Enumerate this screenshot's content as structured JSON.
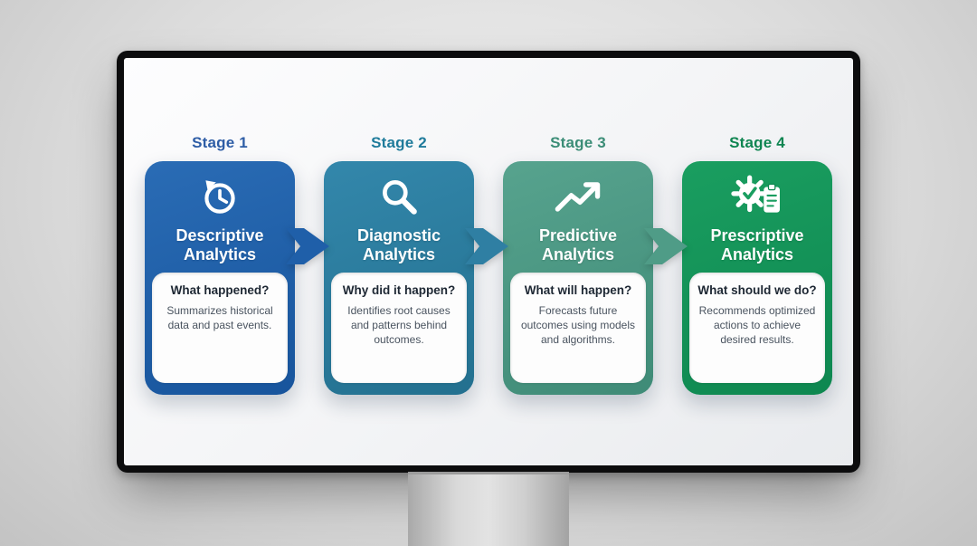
{
  "stages": [
    {
      "label": "Stage 1",
      "title": "Descriptive Analytics",
      "question": "What happened?",
      "description": "Summarizes historical data and past events.",
      "icon": "history-clock-icon",
      "color": "#2a6cb5",
      "color_dark": "#17549c",
      "label_color": "#2e5da6"
    },
    {
      "label": "Stage 2",
      "title": "Diagnostic Analytics",
      "question": "Why did it happen?",
      "description": "Identifies root causes and patterns behind outcomes.",
      "icon": "magnifier-icon",
      "color": "#3387ab",
      "color_dark": "#23708f",
      "label_color": "#1f7b9b"
    },
    {
      "label": "Stage 3",
      "title": "Predictive Analytics",
      "question": "What will happen?",
      "description": "Forecasts future outcomes using models and algorithms.",
      "icon": "trend-up-icon",
      "color": "#57a38e",
      "color_dark": "#3f8b77",
      "label_color": "#3b8d77"
    },
    {
      "label": "Stage 4",
      "title": "Prescriptive Analytics",
      "question": "What should we do?",
      "description": "Recommends optimized actions to achieve desired results.",
      "icon": "gear-check-clipboard-icon",
      "color": "#1a9e60",
      "color_dark": "#0e8750",
      "label_color": "#0f8551"
    }
  ],
  "arrows": [
    {
      "color": "#1f5fa9"
    },
    {
      "color": "#2f7fa3"
    },
    {
      "color": "#4f9c87"
    }
  ]
}
